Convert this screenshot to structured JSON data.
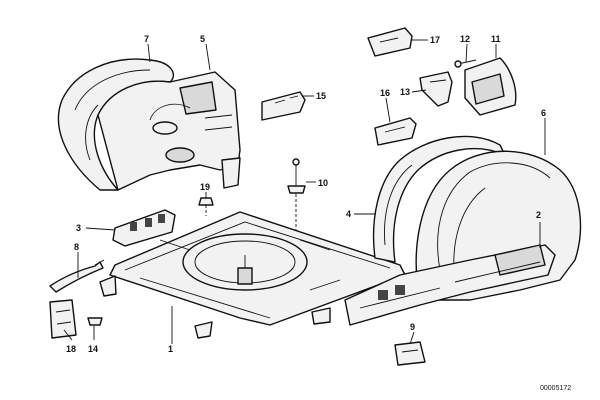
{
  "callouts": {
    "c1": "1",
    "c2": "2",
    "c3": "3",
    "c4": "4",
    "c5": "5",
    "c6": "6",
    "c7": "7",
    "c8": "8",
    "c9": "9",
    "c10": "10",
    "c11": "11",
    "c12": "12",
    "c13": "13",
    "c14": "14",
    "c15": "15",
    "c16": "16",
    "c17": "17",
    "c18": "18",
    "c19": "19"
  },
  "reference_code": "00005172"
}
